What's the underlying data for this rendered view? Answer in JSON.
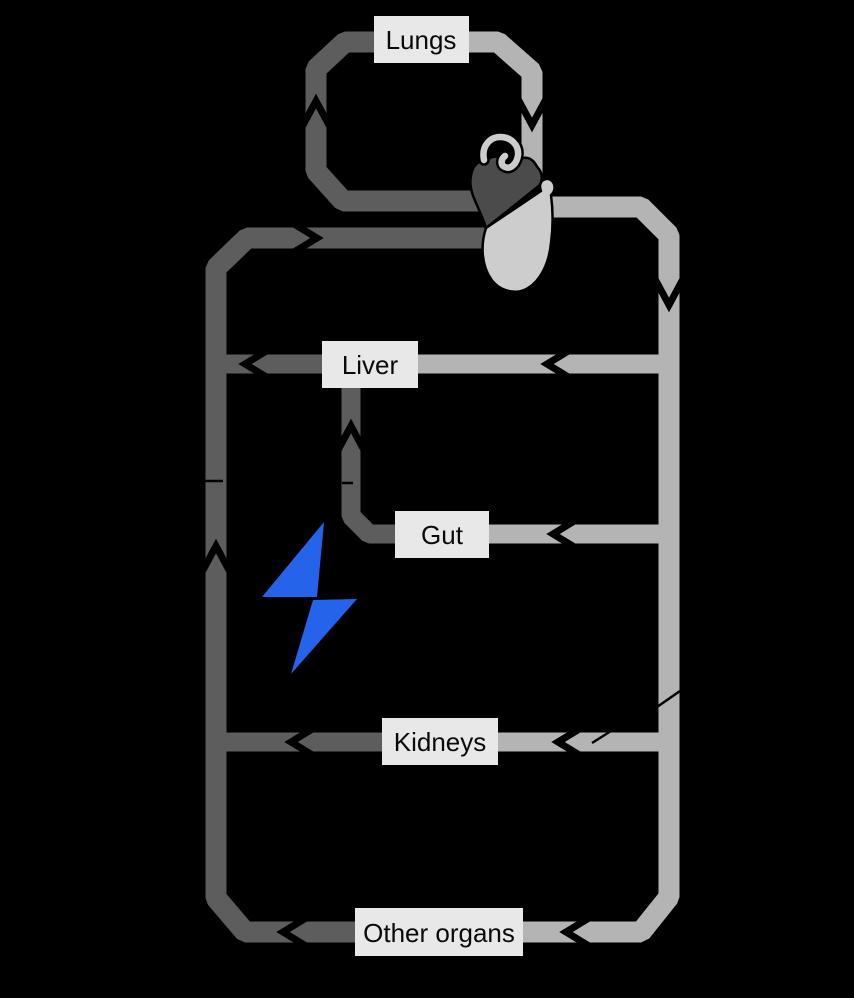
{
  "diagram": {
    "type": "circulatory-system-flow-diagram",
    "background": "#000000",
    "organs": [
      {
        "id": "lungs",
        "label": "Lungs"
      },
      {
        "id": "liver",
        "label": "Liver"
      },
      {
        "id": "gut",
        "label": "Gut"
      },
      {
        "id": "kidneys",
        "label": "Kidneys"
      },
      {
        "id": "other_organs",
        "label": "Other organs"
      }
    ],
    "icons": [
      {
        "name": "heart-icon",
        "colors": [
          "#4b4b4b",
          "#cdcdcd"
        ]
      },
      {
        "name": "lightning-bolt-icon",
        "color": "#2563eb"
      },
      {
        "name": "flow-arrow-icon",
        "color": "#000000",
        "count": 13
      }
    ],
    "colors": {
      "oxygenated_vessel": "#b4b4b4",
      "deoxygenated_vessel": "#5d5d5d",
      "label_box_fill": "#e8e8e8",
      "label_text": "#0a0a0a",
      "arrow": "#000000",
      "bolt_blue": "#2563eb"
    }
  }
}
